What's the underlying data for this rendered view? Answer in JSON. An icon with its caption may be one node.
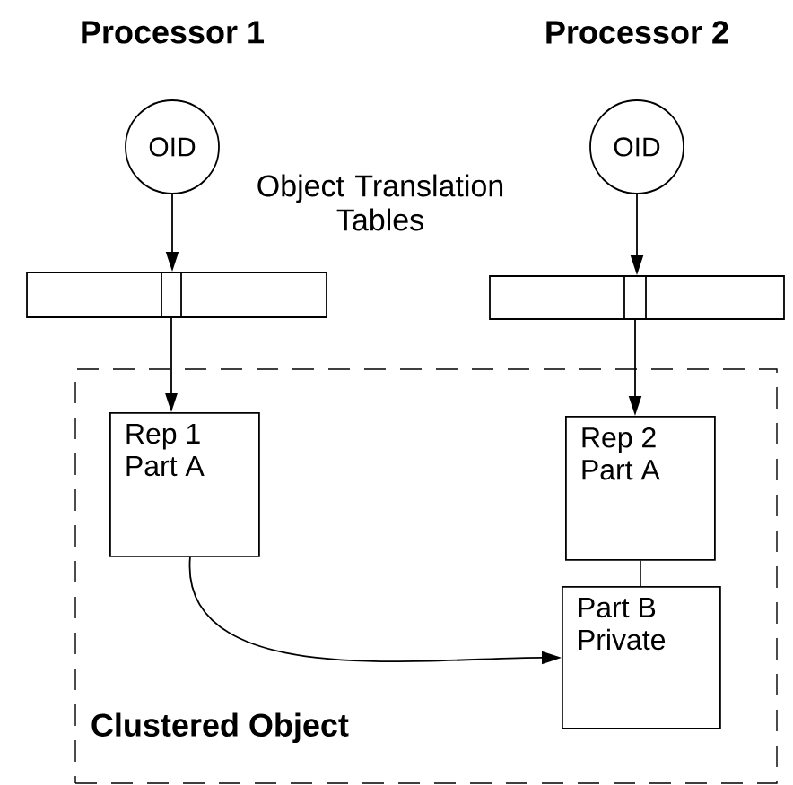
{
  "diagram": {
    "nodes": [
      {
        "text": [
          "OID"
        ]
      },
      {
        "text": [
          "OID"
        ]
      },
      {
        "text": [],
        "shape": "bar"
      },
      {
        "text": [],
        "shape": "bar"
      },
      {
        "text": [
          "Clustered Object"
        ]
      },
      {
        "text": [
          "Rep 1 Part A"
        ],
        "in": 4
      },
      {
        "text": [
          "Rep 2 Part A"
        ],
        "in": 4
      },
      {
        "text": [
          "Part B Private"
        ],
        "in": 4
      }
    ],
    "edges": [
      {
        "from": 0,
        "to": 2,
        "arrow": "to"
      },
      {
        "from": 2,
        "to": 5,
        "arrow": "to"
      },
      {
        "from": 1,
        "to": 3,
        "arrow": "to"
      },
      {
        "from": 3,
        "to": 6,
        "arrow": "to"
      },
      {
        "from": 6,
        "to": 7,
        "arrow": "none"
      },
      {
        "from": 5,
        "to": 7,
        "arrow": "to"
      }
    ],
    "labels": [
      "Processor 1",
      "Processor 2",
      "Object Translation Tables"
    ]
  }
}
